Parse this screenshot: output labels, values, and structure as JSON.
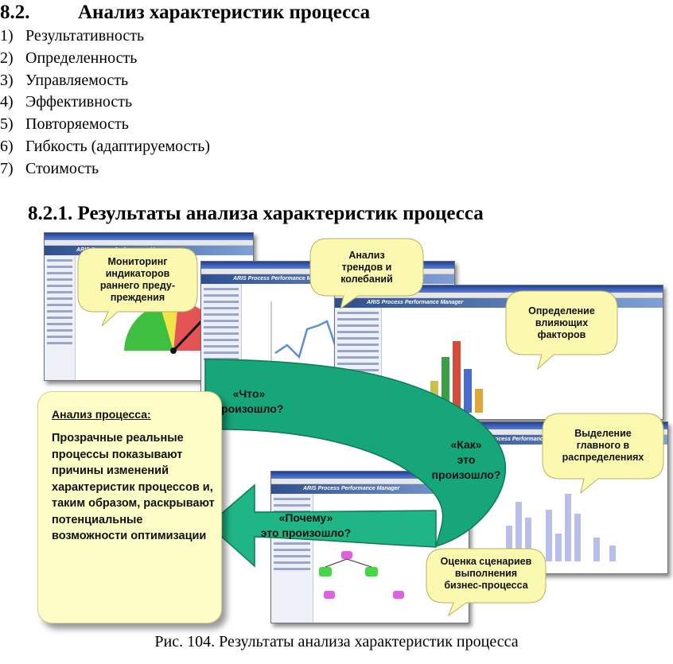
{
  "heading": {
    "number": "8.2.",
    "title": "Анализ характеристик процесса"
  },
  "list": [
    {
      "n": "1)",
      "text": "Результативность"
    },
    {
      "n": "2)",
      "text": "Определенность"
    },
    {
      "n": "3)",
      "text": "Управляемость"
    },
    {
      "n": "4)",
      "text": "Эффективность"
    },
    {
      "n": "5)",
      "text": "Повторяемость"
    },
    {
      "n": "6)",
      "text": "Гибкость (адаптируемость)"
    },
    {
      "n": "7)",
      "text": "Стоимость"
    }
  ],
  "subheading": "8.2.1. Результаты анализа характеристик процесса",
  "figure": {
    "window_banner": "ARIS Process Performance Manager",
    "callouts": {
      "monitoring": "Мониторинг\nиндикаторов\nраннего преду-\nпреждения",
      "trends": "Анализ\nтрендов и\nколебаний",
      "factors": "Определение\nвлияющих\nфакторов",
      "main": "Выделение\nглавного в\nраспределениях",
      "scenarios": "Оценка сценариев\nвыполнения\nбизнес-процесса"
    },
    "arrows": {
      "what": "«Что»\nпроизошло?",
      "how": "«Как»\nэто\nпроизошло?",
      "why": "«Почему»\nэто произошло?"
    },
    "panel": {
      "title": "Анализ процесса:",
      "body": "Прозрачные реальные процессы показывают причины изменений характеристик процессов и, таким образом, раскрывают потенциальные возможности оптимизации"
    }
  },
  "caption": "Рис. 104. Результаты анализа характеристик процесса",
  "colors": {
    "arrow": "#1fa37a",
    "bubble": "#fbf9b0",
    "panel": "#fdfdc8",
    "window_title": "#1f3f9a"
  }
}
